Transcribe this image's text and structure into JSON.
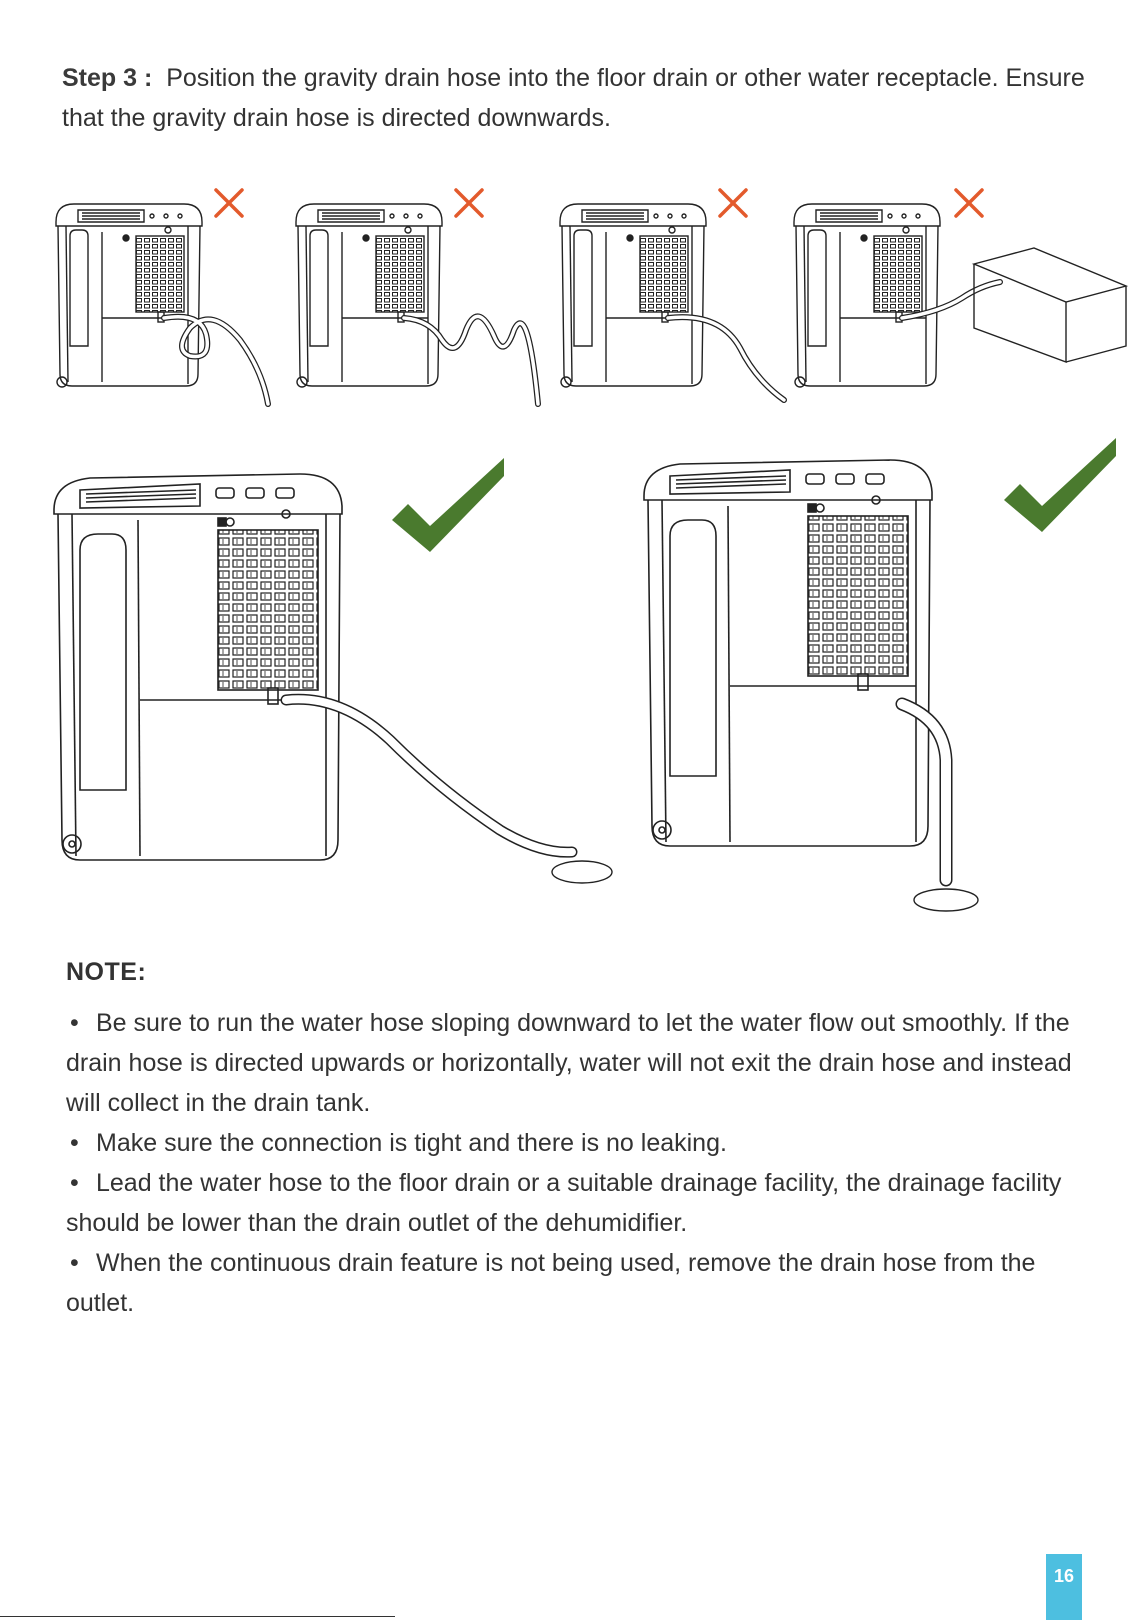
{
  "step": {
    "label": "Step 3 :",
    "text": "Position the gravity drain hose into the floor drain or other water receptacle. Ensure that the gravity drain hose is directed downwards."
  },
  "icons": {
    "wrong": "cross-mark-icon",
    "correct": "check-mark-icon",
    "wrong_color": "#e35a2c",
    "correct_color": "#4a7a2e"
  },
  "note": {
    "title": "NOTE:",
    "items": [
      "Be sure to run the water hose sloping downward to let the water flow out smoothly. If the drain hose is directed upwards or horizontally, water will not exit the drain hose and instead will collect in the drain tank.",
      "Make sure the connection is tight and there is no leaking.",
      "Lead the water hose to the floor drain or a suitable drainage facility, the drainage facility should be lower than the drain outlet of the dehumidifier.",
      "When the continuous drain feature is not being used, remove the drain hose from the outlet."
    ]
  },
  "page_number": "16"
}
